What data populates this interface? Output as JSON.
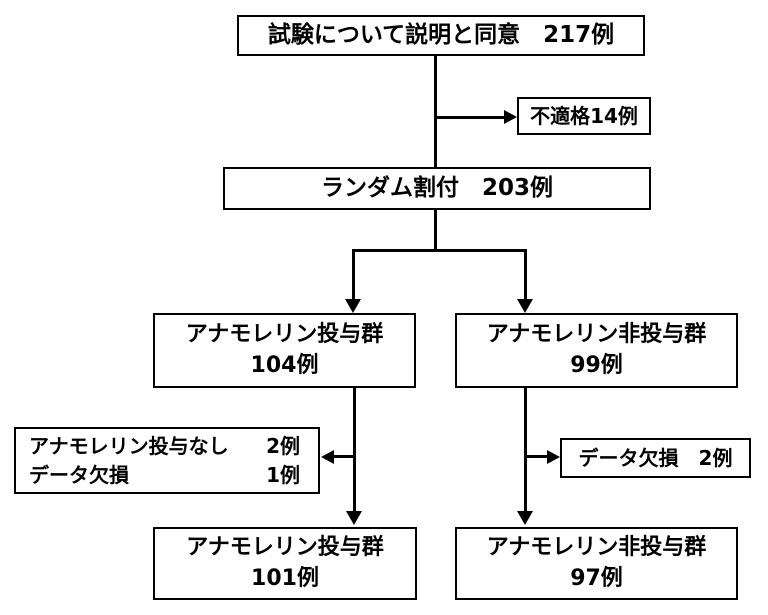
{
  "diagram": {
    "background_color": "#ffffff",
    "line_color": "#000000",
    "boxes": {
      "consent": {
        "label": "試験について説明と同意　217例"
      },
      "ineligible": {
        "label": "不適格14例"
      },
      "randomization": {
        "label": "ランダム割付　203例"
      },
      "group_anamorelin": {
        "line1": "アナモレリン投与群",
        "line2": "104例"
      },
      "group_control": {
        "line1": "アナモレリン非投与群",
        "line2": "99例"
      },
      "excluded_anamorelin": {
        "rows": [
          {
            "label": "アナモレリン投与なし",
            "value": "2例"
          },
          {
            "label": "データ欠損",
            "value": "1例"
          }
        ]
      },
      "excluded_control": {
        "label": "データ欠損　2例"
      },
      "final_anamorelin": {
        "line1": "アナモレリン投与群",
        "line2": "101例"
      },
      "final_control": {
        "line1": "アナモレリン非投与群",
        "line2": "97例"
      }
    }
  }
}
